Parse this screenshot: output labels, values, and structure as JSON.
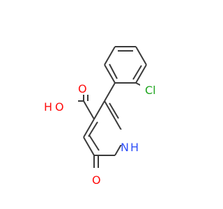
{
  "molecule": {
    "atoms": {
      "cl": {
        "text": "Cl",
        "color": "#1fa51f"
      },
      "o_hydroxyl": {
        "text": "O",
        "color": "#ff0d0d"
      },
      "h_hydroxyl": {
        "text": "H",
        "color": "#ff0d0d"
      },
      "o_carbonyl_acid": {
        "text": "O",
        "color": "#ff0d0d"
      },
      "n_ring": {
        "text": "N",
        "color": "#2f50f8"
      },
      "h_ring": {
        "text": "H",
        "color": "#2f50f8"
      },
      "o_ring": {
        "text": "O",
        "color": "#ff0d0d"
      }
    },
    "bond_color": "#3a3a3a"
  }
}
